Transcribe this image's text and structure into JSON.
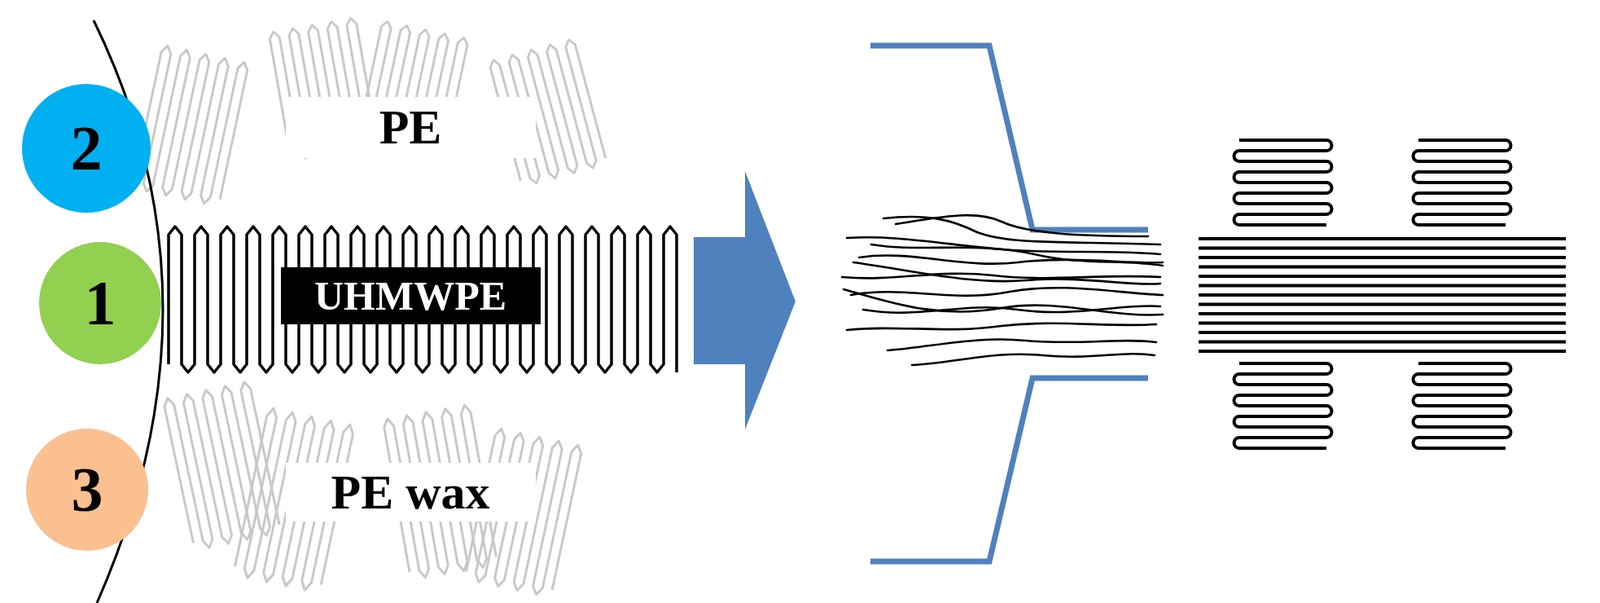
{
  "diagram": {
    "nodes": [
      {
        "text": [
          "2"
        ]
      },
      {
        "text": [
          "1"
        ]
      },
      {
        "text": [
          "UHMWPE"
        ]
      },
      {
        "text": [
          "3"
        ]
      }
    ],
    "labels": [
      "PE",
      "PE wax"
    ]
  }
}
